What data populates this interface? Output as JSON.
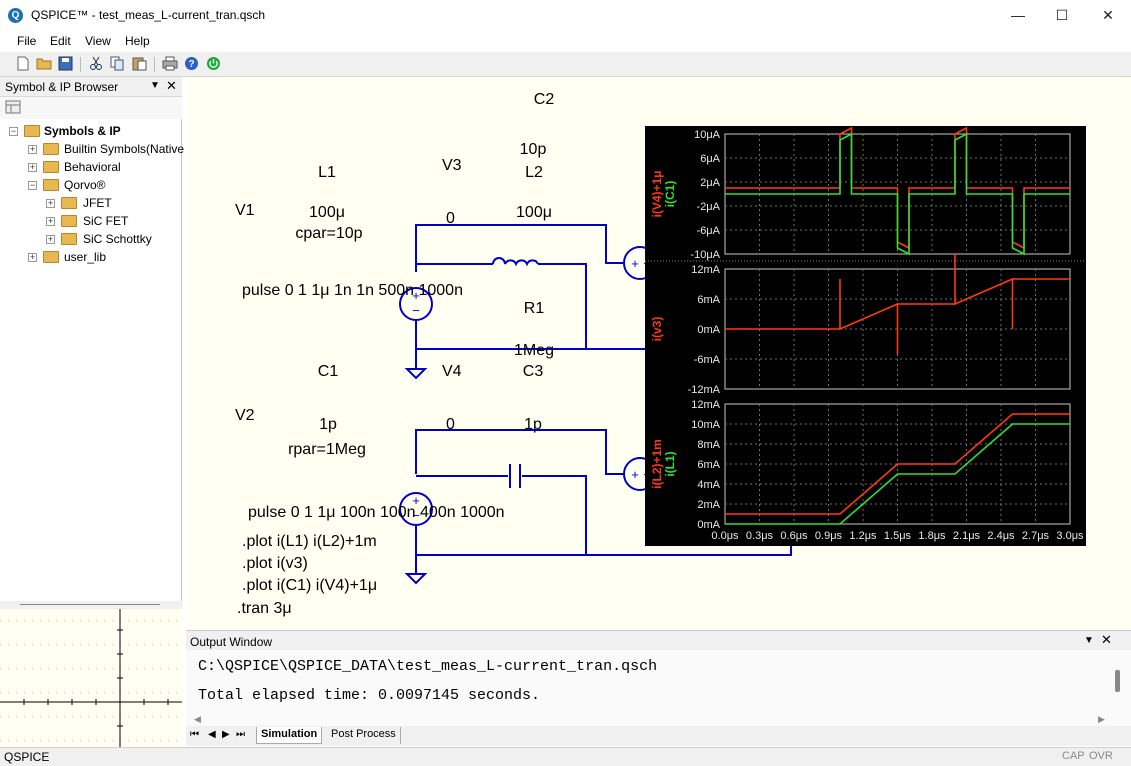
{
  "window": {
    "title": "QSPICE™ - test_meas_L-current_tran.qsch",
    "app_icon": "Q"
  },
  "menu": [
    "File",
    "Edit",
    "View",
    "Help"
  ],
  "toolbar": [
    "new-file-icon",
    "open-folder-icon",
    "save-icon",
    "cut-icon",
    "copy-icon",
    "paste-icon",
    "print-icon",
    "help-icon",
    "power-icon"
  ],
  "browser": {
    "title": "Symbol & IP Browser",
    "tree": [
      "Symbols & IP",
      "Builtin Symbols(Native",
      "Behavioral",
      "Qorvo®",
      "JFET",
      "SiC FET",
      "SiC Schottky",
      "user_lib"
    ]
  },
  "schematic": {
    "c2_name": "C2",
    "c2_value": "10p",
    "l1_name": "L1",
    "l1_value": "100μ",
    "l1_cpar": "cpar=10p",
    "v1_name": "V1",
    "v3_name": "V3",
    "v3_value": "0",
    "l2_name": "L2",
    "l2_value": "100μ",
    "pulse1": "pulse 0 1 1μ 1n 1n 500n 1000n",
    "r1_name": "R1",
    "r1_value": "1Meg",
    "c1_name": "C1",
    "c1_value": "1p",
    "c1_rpar": "rpar=1Meg",
    "v2_name": "V2",
    "v4_name": "V4",
    "v4_value": "0",
    "c3_name": "C3",
    "c3_value": "1p",
    "pulse2": "pulse 0 1 1μ 100n 100n 400n 1000n",
    "directives": [
      ".plot i(L1) i(L2)+1m",
      ".plot i(v3)",
      ".plot i(C1) i(V4)+1μ",
      ".tran 3μ"
    ]
  },
  "chart_data": [
    {
      "type": "line",
      "ylabel_series": [
        "i(V4)+1μ",
        "i(C1)"
      ],
      "ylim": [
        -10,
        10
      ],
      "yticks": [
        "10μA",
        "6μA",
        "2μA",
        "-2μA",
        "-6μA",
        "-10μA"
      ],
      "series": [
        {
          "name": "i(V4)+1μ",
          "color": "#ff3a10",
          "x": [
            0,
            1.0,
            1.0,
            1.1,
            1.1,
            1.5,
            1.5,
            1.6,
            1.6,
            2.0,
            2.0,
            2.1,
            2.1,
            2.5,
            2.5,
            2.6,
            2.6,
            3.0
          ],
          "y": [
            1,
            1,
            10,
            11,
            1,
            1,
            -8,
            -9,
            1,
            1,
            10,
            11,
            1,
            1,
            -8,
            -9,
            1,
            1
          ]
        },
        {
          "name": "i(C1)",
          "color": "#30e030",
          "x": [
            0,
            1.0,
            1.0,
            1.1,
            1.1,
            1.5,
            1.5,
            1.6,
            1.6,
            2.0,
            2.0,
            2.1,
            2.1,
            2.5,
            2.5,
            2.6,
            2.6,
            3.0
          ],
          "y": [
            0,
            0,
            9,
            10,
            0,
            0,
            -9,
            -10,
            0,
            0,
            9,
            10,
            0,
            0,
            -9,
            -10,
            0,
            0
          ]
        }
      ]
    },
    {
      "type": "line",
      "ylabel_series": [
        "i(v3)"
      ],
      "ylim": [
        -12,
        12
      ],
      "yticks": [
        "12mA",
        "6mA",
        "0mA",
        "-6mA",
        "-12mA"
      ],
      "series": [
        {
          "name": "i(v3)",
          "color": "#ff3a10",
          "x": [
            0,
            1.0,
            1.0,
            1.0,
            1.5,
            1.5,
            1.5,
            2.0,
            2.0,
            2.0,
            2.5,
            2.5,
            2.5,
            3.0
          ],
          "y": [
            0,
            0,
            10,
            0,
            5,
            -5,
            5,
            5,
            15,
            5,
            10,
            0,
            10,
            10
          ]
        }
      ]
    },
    {
      "type": "line",
      "ylabel_series": [
        "i(L2)+1m",
        "i(L1)"
      ],
      "ylim": [
        0,
        12
      ],
      "yticks": [
        "12mA",
        "10mA",
        "8mA",
        "6mA",
        "4mA",
        "2mA",
        "0mA"
      ],
      "xticks": [
        "0.0μs",
        "0.3μs",
        "0.6μs",
        "0.9μs",
        "1.2μs",
        "1.5μs",
        "1.8μs",
        "2.1μs",
        "2.4μs",
        "2.7μs",
        "3.0μs"
      ],
      "series": [
        {
          "name": "i(L2)+1m",
          "color": "#ff3a10",
          "x": [
            0,
            1.0,
            1.5,
            2.0,
            2.5,
            3.0
          ],
          "y": [
            1,
            1,
            6,
            6,
            11,
            11
          ]
        },
        {
          "name": "i(L1)",
          "color": "#30e030",
          "x": [
            0,
            1.0,
            1.5,
            2.0,
            2.5,
            3.0
          ],
          "y": [
            0,
            0,
            5,
            5,
            10,
            10
          ]
        }
      ]
    }
  ],
  "output": {
    "title": "Output Window",
    "lines": [
      "C:\\QSPICE\\QSPICE_DATA\\test_meas_L-current_tran.qsch",
      "Total elapsed time: 0.0097145 seconds."
    ]
  },
  "tabs": [
    "Simulation",
    "Post Process"
  ],
  "status": {
    "left": "QSPICE",
    "cap": "CAP",
    "ovr": "OVR"
  }
}
